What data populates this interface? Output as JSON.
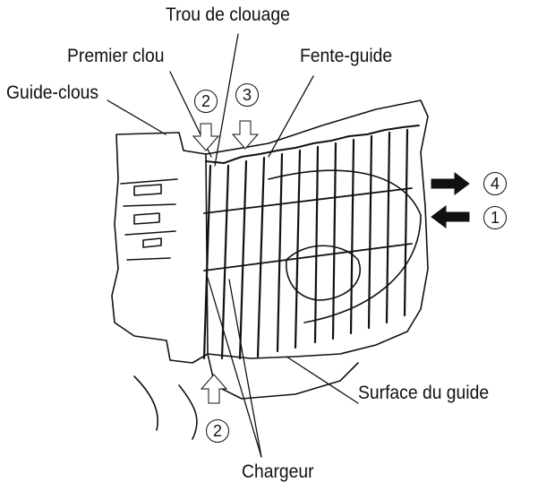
{
  "labels": {
    "trou_de_clouage": "Trou de clouage",
    "premier_clou": "Premier clou",
    "fente_guide": "Fente-guide",
    "guide_clous": "Guide-clous",
    "surface_du_guide": "Surface du guide",
    "chargeur": "Chargeur"
  },
  "steps": {
    "one": "1",
    "two_top": "2",
    "two_bottom": "2",
    "three": "3",
    "four": "4"
  },
  "colors": {
    "ink": "#111111",
    "paper": "#ffffff"
  }
}
